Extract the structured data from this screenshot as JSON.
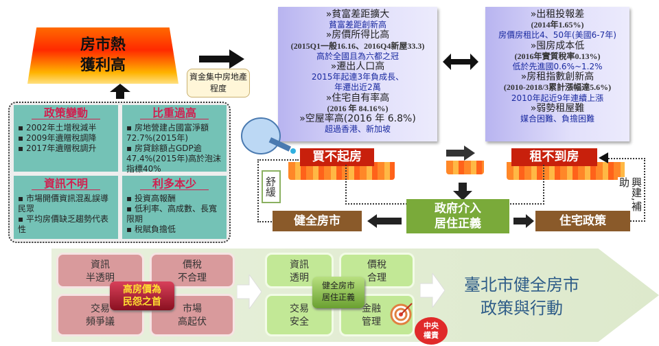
{
  "hot": {
    "line1": "房市熱",
    "line2": "獲利高"
  },
  "callout": "資金集中房地產程度",
  "causes": [
    {
      "title": "政策變動",
      "items": [
        "2002年土增稅減半",
        "2009年遺贈稅調降",
        "2017年遺贈稅調升"
      ]
    },
    {
      "title": "比重過高",
      "items": [
        "房地營建占國富淨額72.7%(2015年)",
        "房貸餘額占GDP逾47.4%(2015年)高於泡沫指標40%"
      ]
    },
    {
      "title": "資訊不明",
      "items": [
        "市場開價資訊混亂誤導民眾",
        "平均房價缺乏趨勢代表性"
      ]
    },
    {
      "title": "利多本少",
      "items": [
        "投資高報酬",
        "低利率、高成數、長寬限期",
        "稅賦負擔低"
      ]
    }
  ],
  "buy_issues": [
    {
      "t": "h",
      "v": "»貧富差距擴大"
    },
    {
      "t": "b",
      "v": "貧富差距創新高"
    },
    {
      "t": "h",
      "v": "»房價所得比高"
    },
    {
      "t": "s",
      "v": "(2015Q1一般16.16、2016Q4新屋33.3)"
    },
    {
      "t": "b",
      "v": "高於全國且為六都之冠"
    },
    {
      "t": "h",
      "v": "»遷出人口高"
    },
    {
      "t": "b",
      "v": "2015年起連3年負成長、"
    },
    {
      "t": "b",
      "v": "年遷出近2萬"
    },
    {
      "t": "h",
      "v": "»住宅自有率高"
    },
    {
      "t": "s",
      "v": "(2016 年 84.16%)"
    },
    {
      "t": "h",
      "v": "»空屋率高(2016 年 6.8%)"
    },
    {
      "t": "b",
      "v": "超過香港、新加坡"
    }
  ],
  "rent_issues": [
    {
      "t": "h",
      "v": "»出租投報差"
    },
    {
      "t": "s",
      "v": "(2014年1.65%)"
    },
    {
      "t": "b",
      "v": "房價房租比4、50年(美國6-7年)"
    },
    {
      "t": "h",
      "v": "»囤房成本低"
    },
    {
      "t": "s",
      "v": "(2016年實質稅率0.13%)"
    },
    {
      "t": "b",
      "v": "低於先進國0.6%~1.2%"
    },
    {
      "t": "h",
      "v": "»房租指數創新高"
    },
    {
      "t": "s",
      "v": "(2010-2018/3累計漲幅達5.6%)"
    },
    {
      "t": "b",
      "v": "2010年起近9年連續上漲"
    },
    {
      "t": "h",
      "v": "»弱勢租屋難"
    },
    {
      "t": "b",
      "v": "媒合困難、負擔困難"
    }
  ],
  "cant_buy": "買不起房",
  "cant_rent": "租不到房",
  "relieve": "舒緩",
  "build_subsidy": "興建,補助",
  "gov": {
    "line1": "政府介入",
    "line2": "居住正義"
  },
  "healthy_market": "健全房市",
  "housing_policy": "住宅政策",
  "problems": [
    [
      "資訊",
      "半透明"
    ],
    [
      "價稅",
      "不合理"
    ],
    [
      "交易",
      "頻爭議"
    ],
    [
      "市場",
      "高起伏"
    ]
  ],
  "problems_center": [
    "高房價為",
    "民怨之首"
  ],
  "goals": [
    [
      "資訊",
      "透明"
    ],
    [
      "價稅",
      "合理"
    ],
    [
      "交易",
      "安全"
    ],
    [
      "金融",
      "管理"
    ]
  ],
  "goals_center": [
    "健全房市",
    "居住正義"
  ],
  "central": [
    "中央",
    "權責"
  ],
  "final_title": [
    "臺北市健全房市",
    "政策與行動"
  ]
}
